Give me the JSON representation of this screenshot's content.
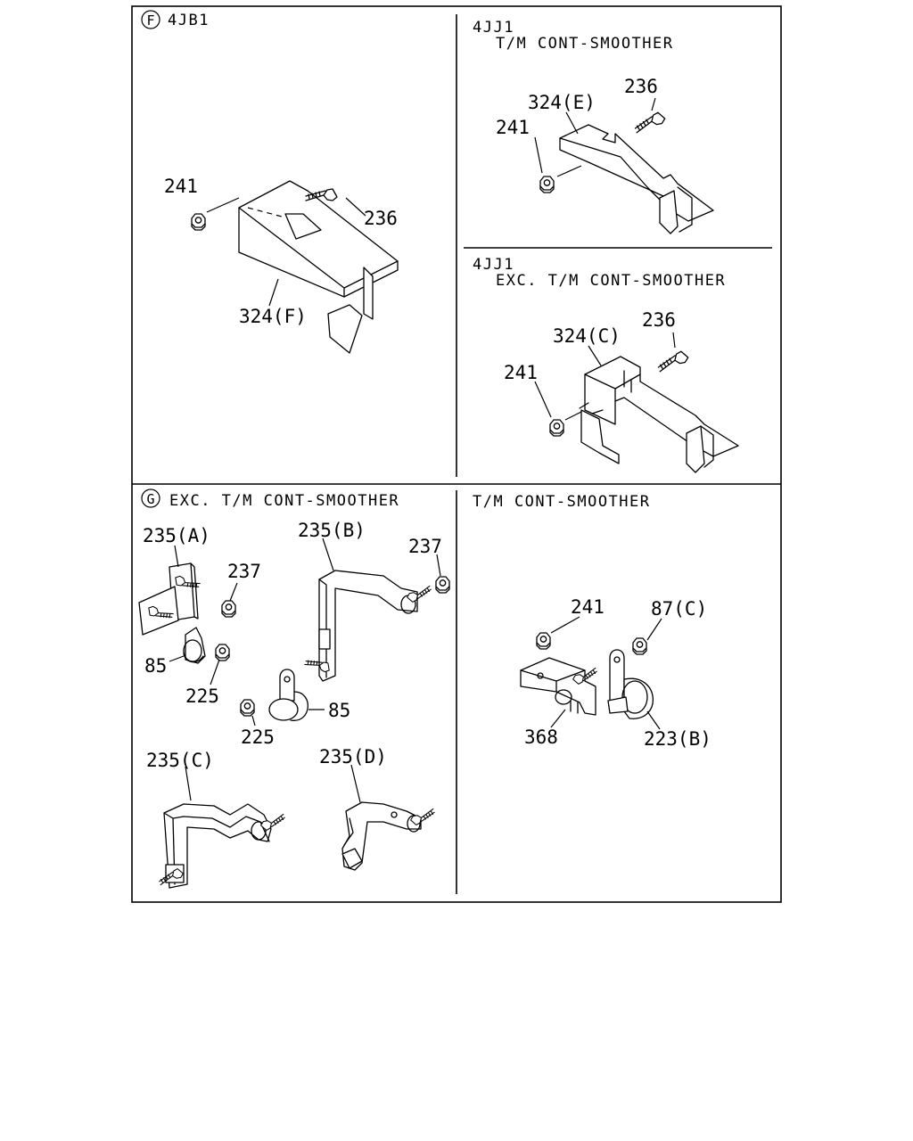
{
  "panels": {
    "f": {
      "marker": "F",
      "title": "4JB1",
      "labels": {
        "nut": "241",
        "bolt": "236",
        "bracket": "324(F)"
      }
    },
    "jj1_cont": {
      "title_line1": "4JJ1",
      "title_line2": "T/M CONT-SMOOTHER",
      "labels": {
        "bracket": "324(E)",
        "bolt": "236",
        "nut": "241"
      }
    },
    "jj1_exc": {
      "title_line1": "4JJ1",
      "title_line2": "EXC. T/M CONT-SMOOTHER",
      "labels": {
        "bracket": "324(C)",
        "bolt": "236",
        "nut": "241"
      }
    },
    "g": {
      "marker": "G",
      "title": "EXC. T/M CONT-SMOOTHER",
      "labels": {
        "bracket_a": "235(A)",
        "nut_a": "237",
        "clip_a": "85",
        "nut225_a": "225",
        "bracket_b": "235(B)",
        "nut_b": "237",
        "clip_b": "85",
        "nut225_b": "225",
        "bracket_c": "235(C)",
        "bracket_d": "235(D)"
      }
    },
    "tm": {
      "title": "T/M CONT-SMOOTHER",
      "labels": {
        "nut": "241",
        "washer": "87(C)",
        "bracket": "368",
        "clip": "223(B)"
      }
    }
  },
  "icons": [
    "circle-f-marker",
    "circle-g-marker",
    "hex-nut-icon",
    "bolt-icon",
    "bracket-icon",
    "hose-clip-icon"
  ]
}
